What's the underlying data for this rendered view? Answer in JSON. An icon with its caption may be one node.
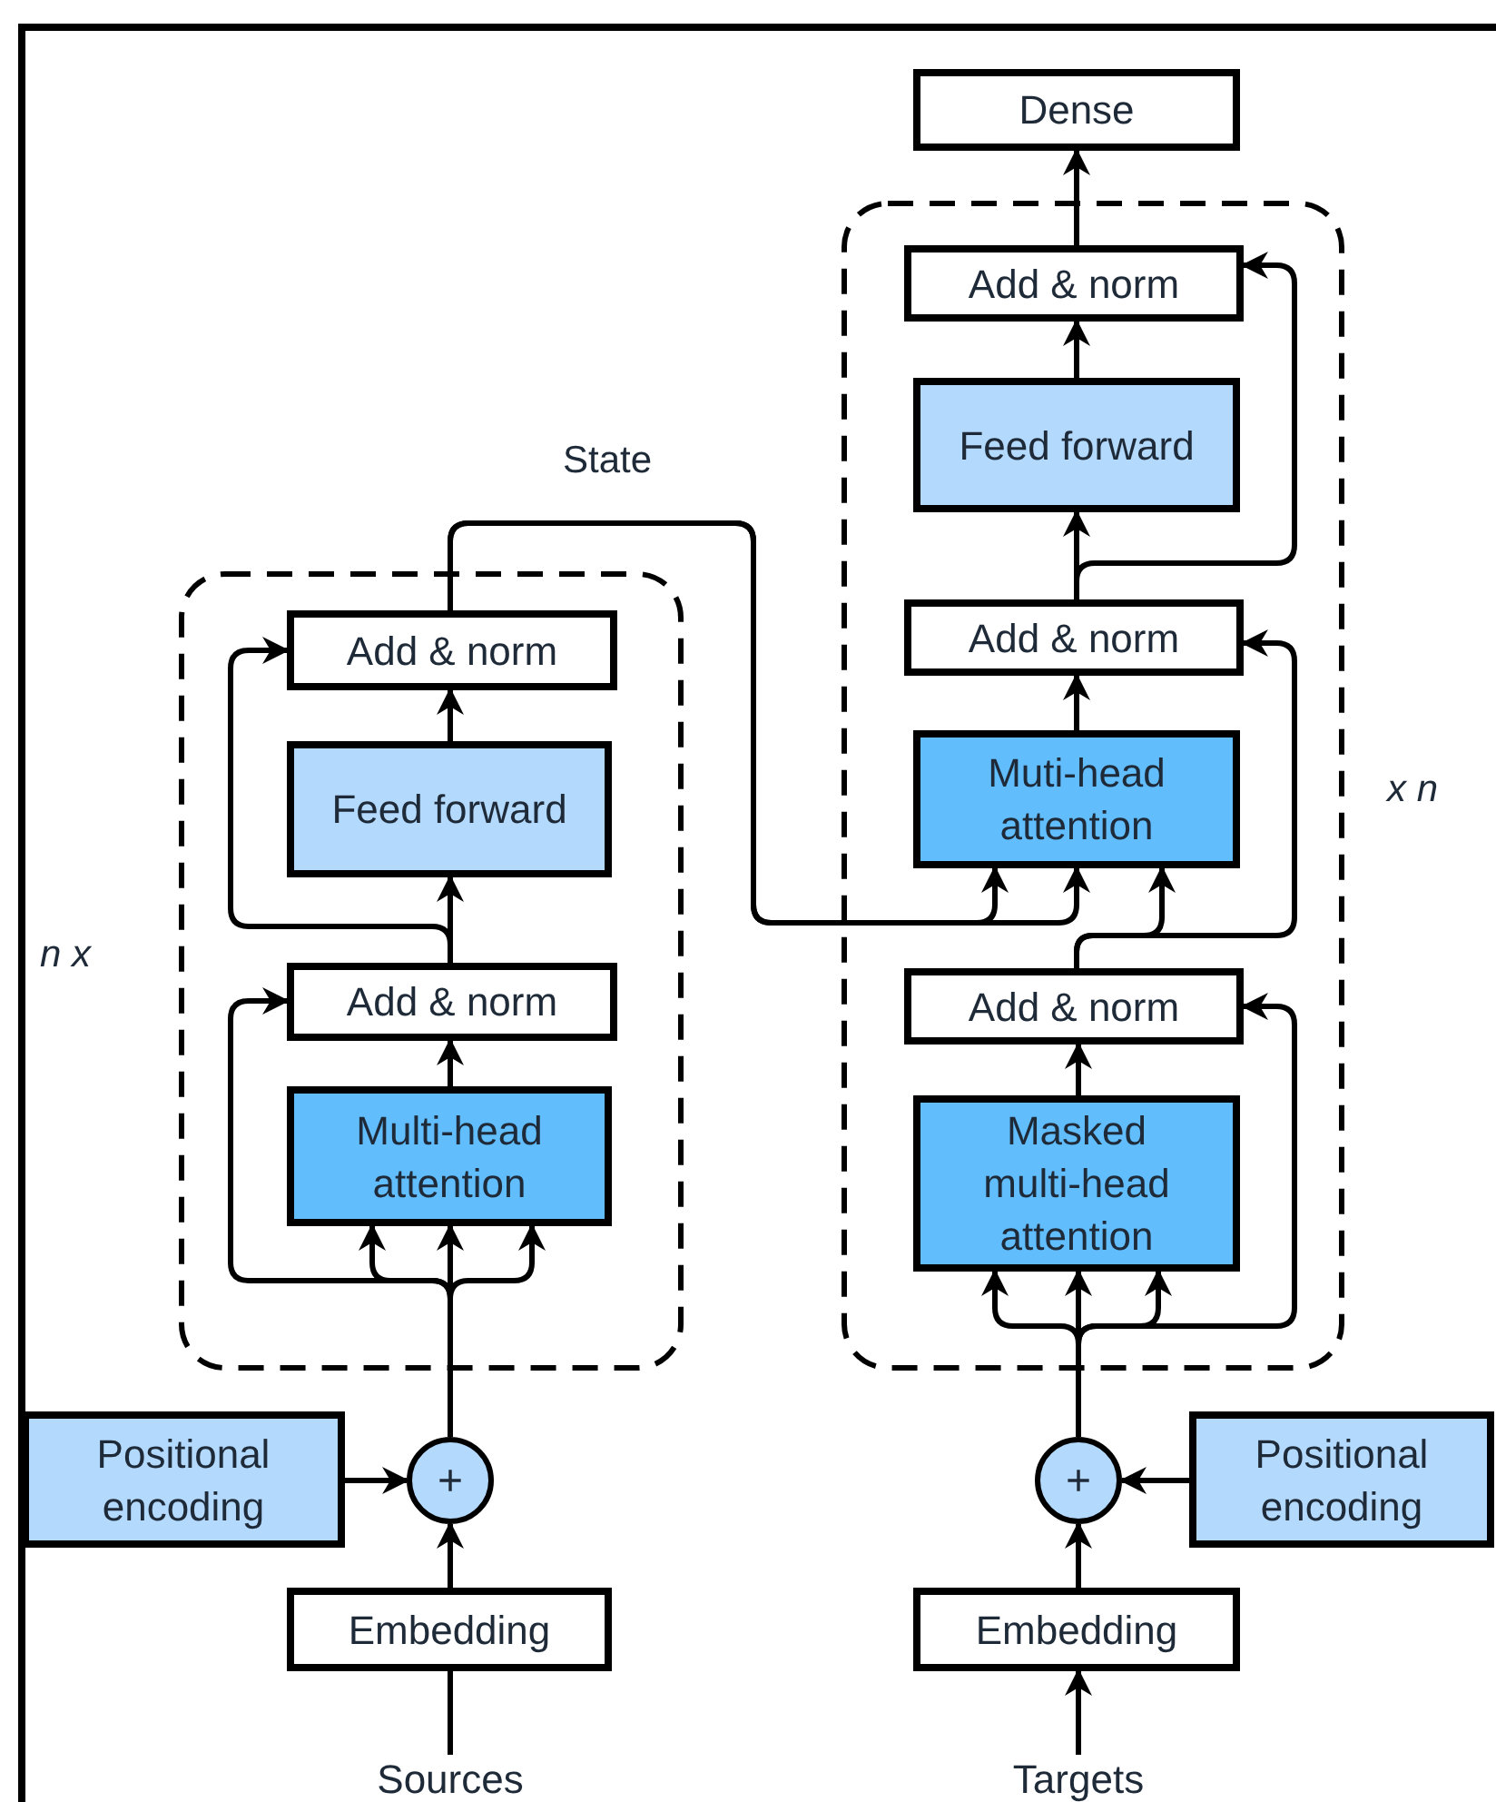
{
  "diagram": {
    "nodes": [
      {
        "text": [],
        "shape": "box",
        "beside": [
          "n x"
        ]
      },
      {
        "text": [
          "Add & norm"
        ],
        "in": 0
      },
      {
        "text": [
          "Feed forward"
        ],
        "in": 0
      },
      {
        "text": [
          "Add & norm"
        ],
        "in": 0
      },
      {
        "text": [
          "Multi-head attention"
        ],
        "in": 0
      },
      {
        "text": [
          "Positional encoding"
        ]
      },
      {
        "text": [
          "+"
        ]
      },
      {
        "text": [
          "Embedding"
        ]
      },
      {
        "text": [
          "Sources"
        ]
      },
      {
        "text": [
          "Dense"
        ]
      },
      {
        "text": [],
        "shape": "box",
        "beside": [
          "x n"
        ]
      },
      {
        "text": [
          "Add & norm"
        ],
        "in": 10
      },
      {
        "text": [
          "Feed forward"
        ],
        "in": 10
      },
      {
        "text": [
          "Add & norm"
        ],
        "in": 10
      },
      {
        "text": [
          "Muti-head attention"
        ],
        "in": 10
      },
      {
        "text": [
          "Add & norm"
        ],
        "in": 10
      },
      {
        "text": [
          "Masked multi-head attention"
        ],
        "in": 10
      },
      {
        "text": [
          "+"
        ]
      },
      {
        "text": [
          "Positional encoding"
        ]
      },
      {
        "text": [
          "Embedding"
        ]
      },
      {
        "text": [
          "Targets"
        ]
      }
    ],
    "edges": [
      {
        "from": 8,
        "to": 7,
        "arrow": "to"
      },
      {
        "from": 7,
        "to": 6,
        "arrow": "to"
      },
      {
        "from": 5,
        "to": 6,
        "arrow": "to"
      },
      {
        "from": 6,
        "to": 4,
        "arrow": "to"
      },
      {
        "from": 6,
        "to": 4,
        "arrow": "to"
      },
      {
        "from": 6,
        "to": 4,
        "arrow": "to"
      },
      {
        "from": 6,
        "to": 3,
        "arrow": "to"
      },
      {
        "from": 4,
        "to": 3,
        "arrow": "to"
      },
      {
        "from": 3,
        "to": 2,
        "arrow": "to"
      },
      {
        "from": 3,
        "to": 1,
        "arrow": "to"
      },
      {
        "from": 2,
        "to": 1,
        "arrow": "to"
      },
      {
        "from": 1,
        "to": 14,
        "arrow": "to",
        "label": "State"
      },
      {
        "from": 1,
        "to": 14,
        "arrow": "to"
      },
      {
        "from": 15,
        "to": 14,
        "arrow": "to"
      },
      {
        "from": 15,
        "to": 13,
        "arrow": "to"
      },
      {
        "from": 14,
        "to": 13,
        "arrow": "to"
      },
      {
        "from": 13,
        "to": 12,
        "arrow": "to"
      },
      {
        "from": 13,
        "to": 11,
        "arrow": "to"
      },
      {
        "from": 12,
        "to": 11,
        "arrow": "to"
      },
      {
        "from": 11,
        "to": 9,
        "arrow": "to"
      },
      {
        "from": 20,
        "to": 19,
        "arrow": "to"
      },
      {
        "from": 19,
        "to": 17,
        "arrow": "to"
      },
      {
        "from": 18,
        "to": 17,
        "arrow": "to"
      },
      {
        "from": 17,
        "to": 16,
        "arrow": "to"
      },
      {
        "from": 17,
        "to": 16,
        "arrow": "to"
      },
      {
        "from": 17,
        "to": 16,
        "arrow": "to"
      },
      {
        "from": 17,
        "to": 15,
        "arrow": "to"
      },
      {
        "from": 16,
        "to": 15,
        "arrow": "to"
      }
    ]
  }
}
